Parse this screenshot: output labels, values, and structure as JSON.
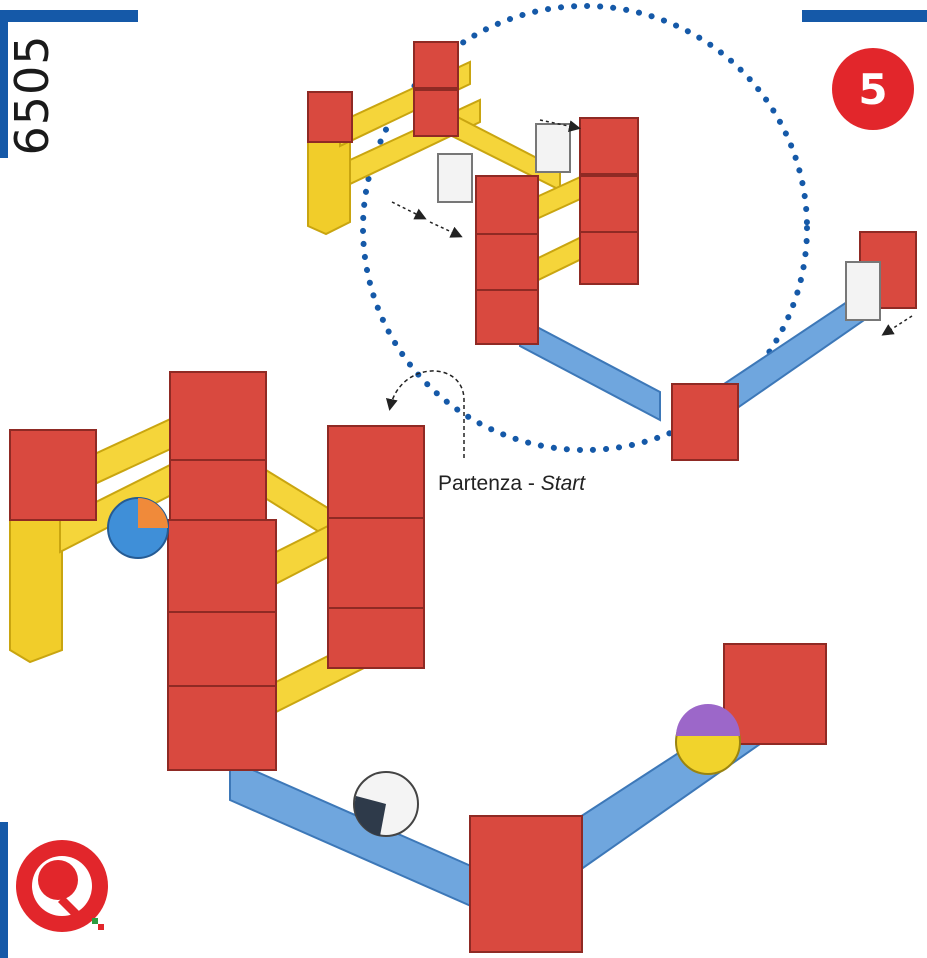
{
  "product_code": "6505",
  "step_number": "5",
  "start_label": {
    "italian": "Partenza",
    "separator": " - ",
    "english": "Start"
  },
  "colors": {
    "brand_blue": "#1559a8",
    "badge_red": "#e2262b",
    "cube_red": "#d9493f",
    "rail_yellow": "#f3d12c",
    "track_blue": "#6aa3dc",
    "dotted_circle": "#1559a8"
  },
  "icons": [
    "step-badge-icon",
    "brand-logo-icon",
    "arrow-icon"
  ]
}
